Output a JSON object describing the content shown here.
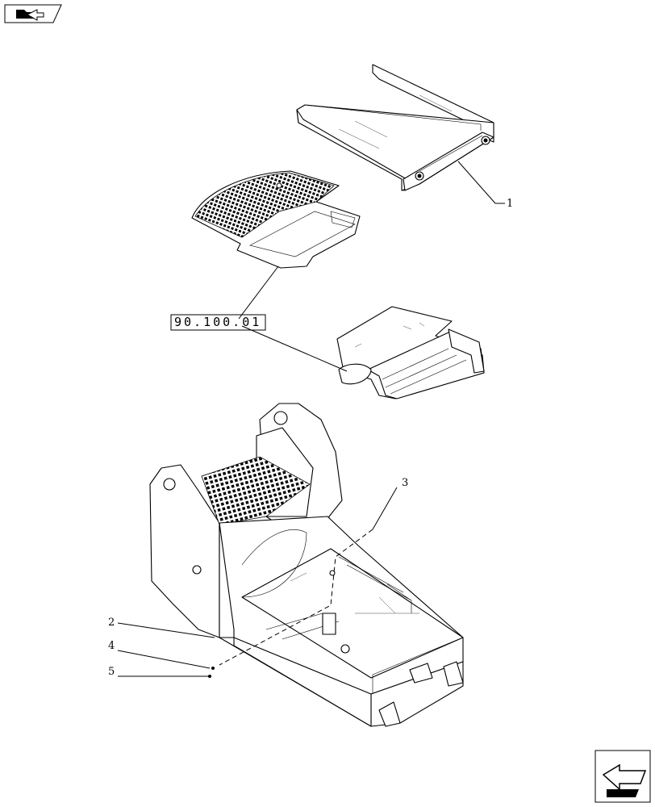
{
  "nav": {
    "top_left_icon": "folder-back-icon",
    "bottom_right_icon": "next-page-arrow-icon"
  },
  "reference": {
    "code": "90.100.01"
  },
  "callouts": [
    {
      "id": "1",
      "label": "1"
    },
    {
      "id": "2",
      "label": "2"
    },
    {
      "id": "3",
      "label": "3"
    },
    {
      "id": "4",
      "label": "4"
    },
    {
      "id": "5",
      "label": "5"
    }
  ]
}
